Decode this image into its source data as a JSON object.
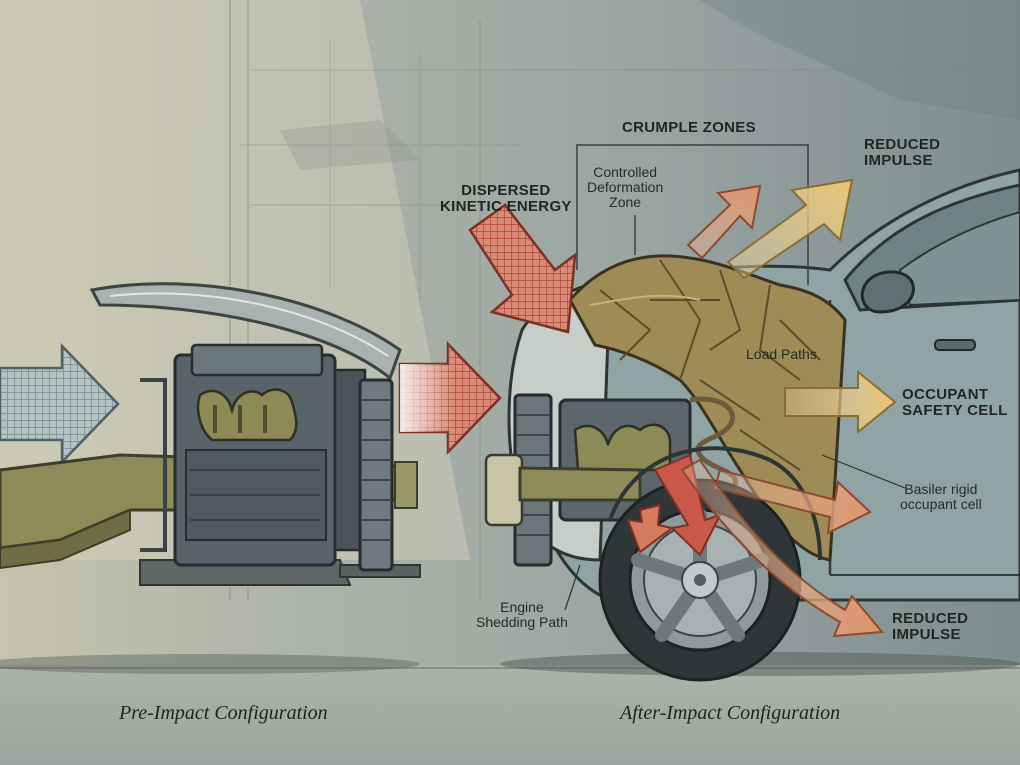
{
  "labels": {
    "crumple_zones": "CRUMPLE ZONES",
    "controlled_deformation": [
      "Controlled",
      "Deformation",
      "Zone"
    ],
    "dispersed_energy": [
      "DISPERSED",
      "KINETIC ENERGY"
    ],
    "reduced_impulse_top": [
      "REDUCED",
      "IMPULSE"
    ],
    "load_paths": "Load Paths",
    "occupant_safety_cell": [
      "OCCUPANT",
      "SAFETY CELL"
    ],
    "rigid_cell": [
      "Basiler rigid",
      "occupant cell"
    ],
    "engine_shedding": [
      "Engine",
      "Shedding Path"
    ],
    "reduced_impulse_bottom": [
      "REDUCED",
      "IMPULSE"
    ]
  },
  "captions": {
    "pre_impact": "Pre-Impact Configuration",
    "after_impact": "After-Impact Configuration"
  },
  "colors": {
    "impact_arrow_red": "#c9584a",
    "impulse_arrow_orange": "#e3a070",
    "impulse_arrow_yellow": "#eac876",
    "incoming_arrow_blue": "#7f98a0",
    "chassis_olive": "#8c8a57",
    "car_body": "#8ea3a3"
  }
}
